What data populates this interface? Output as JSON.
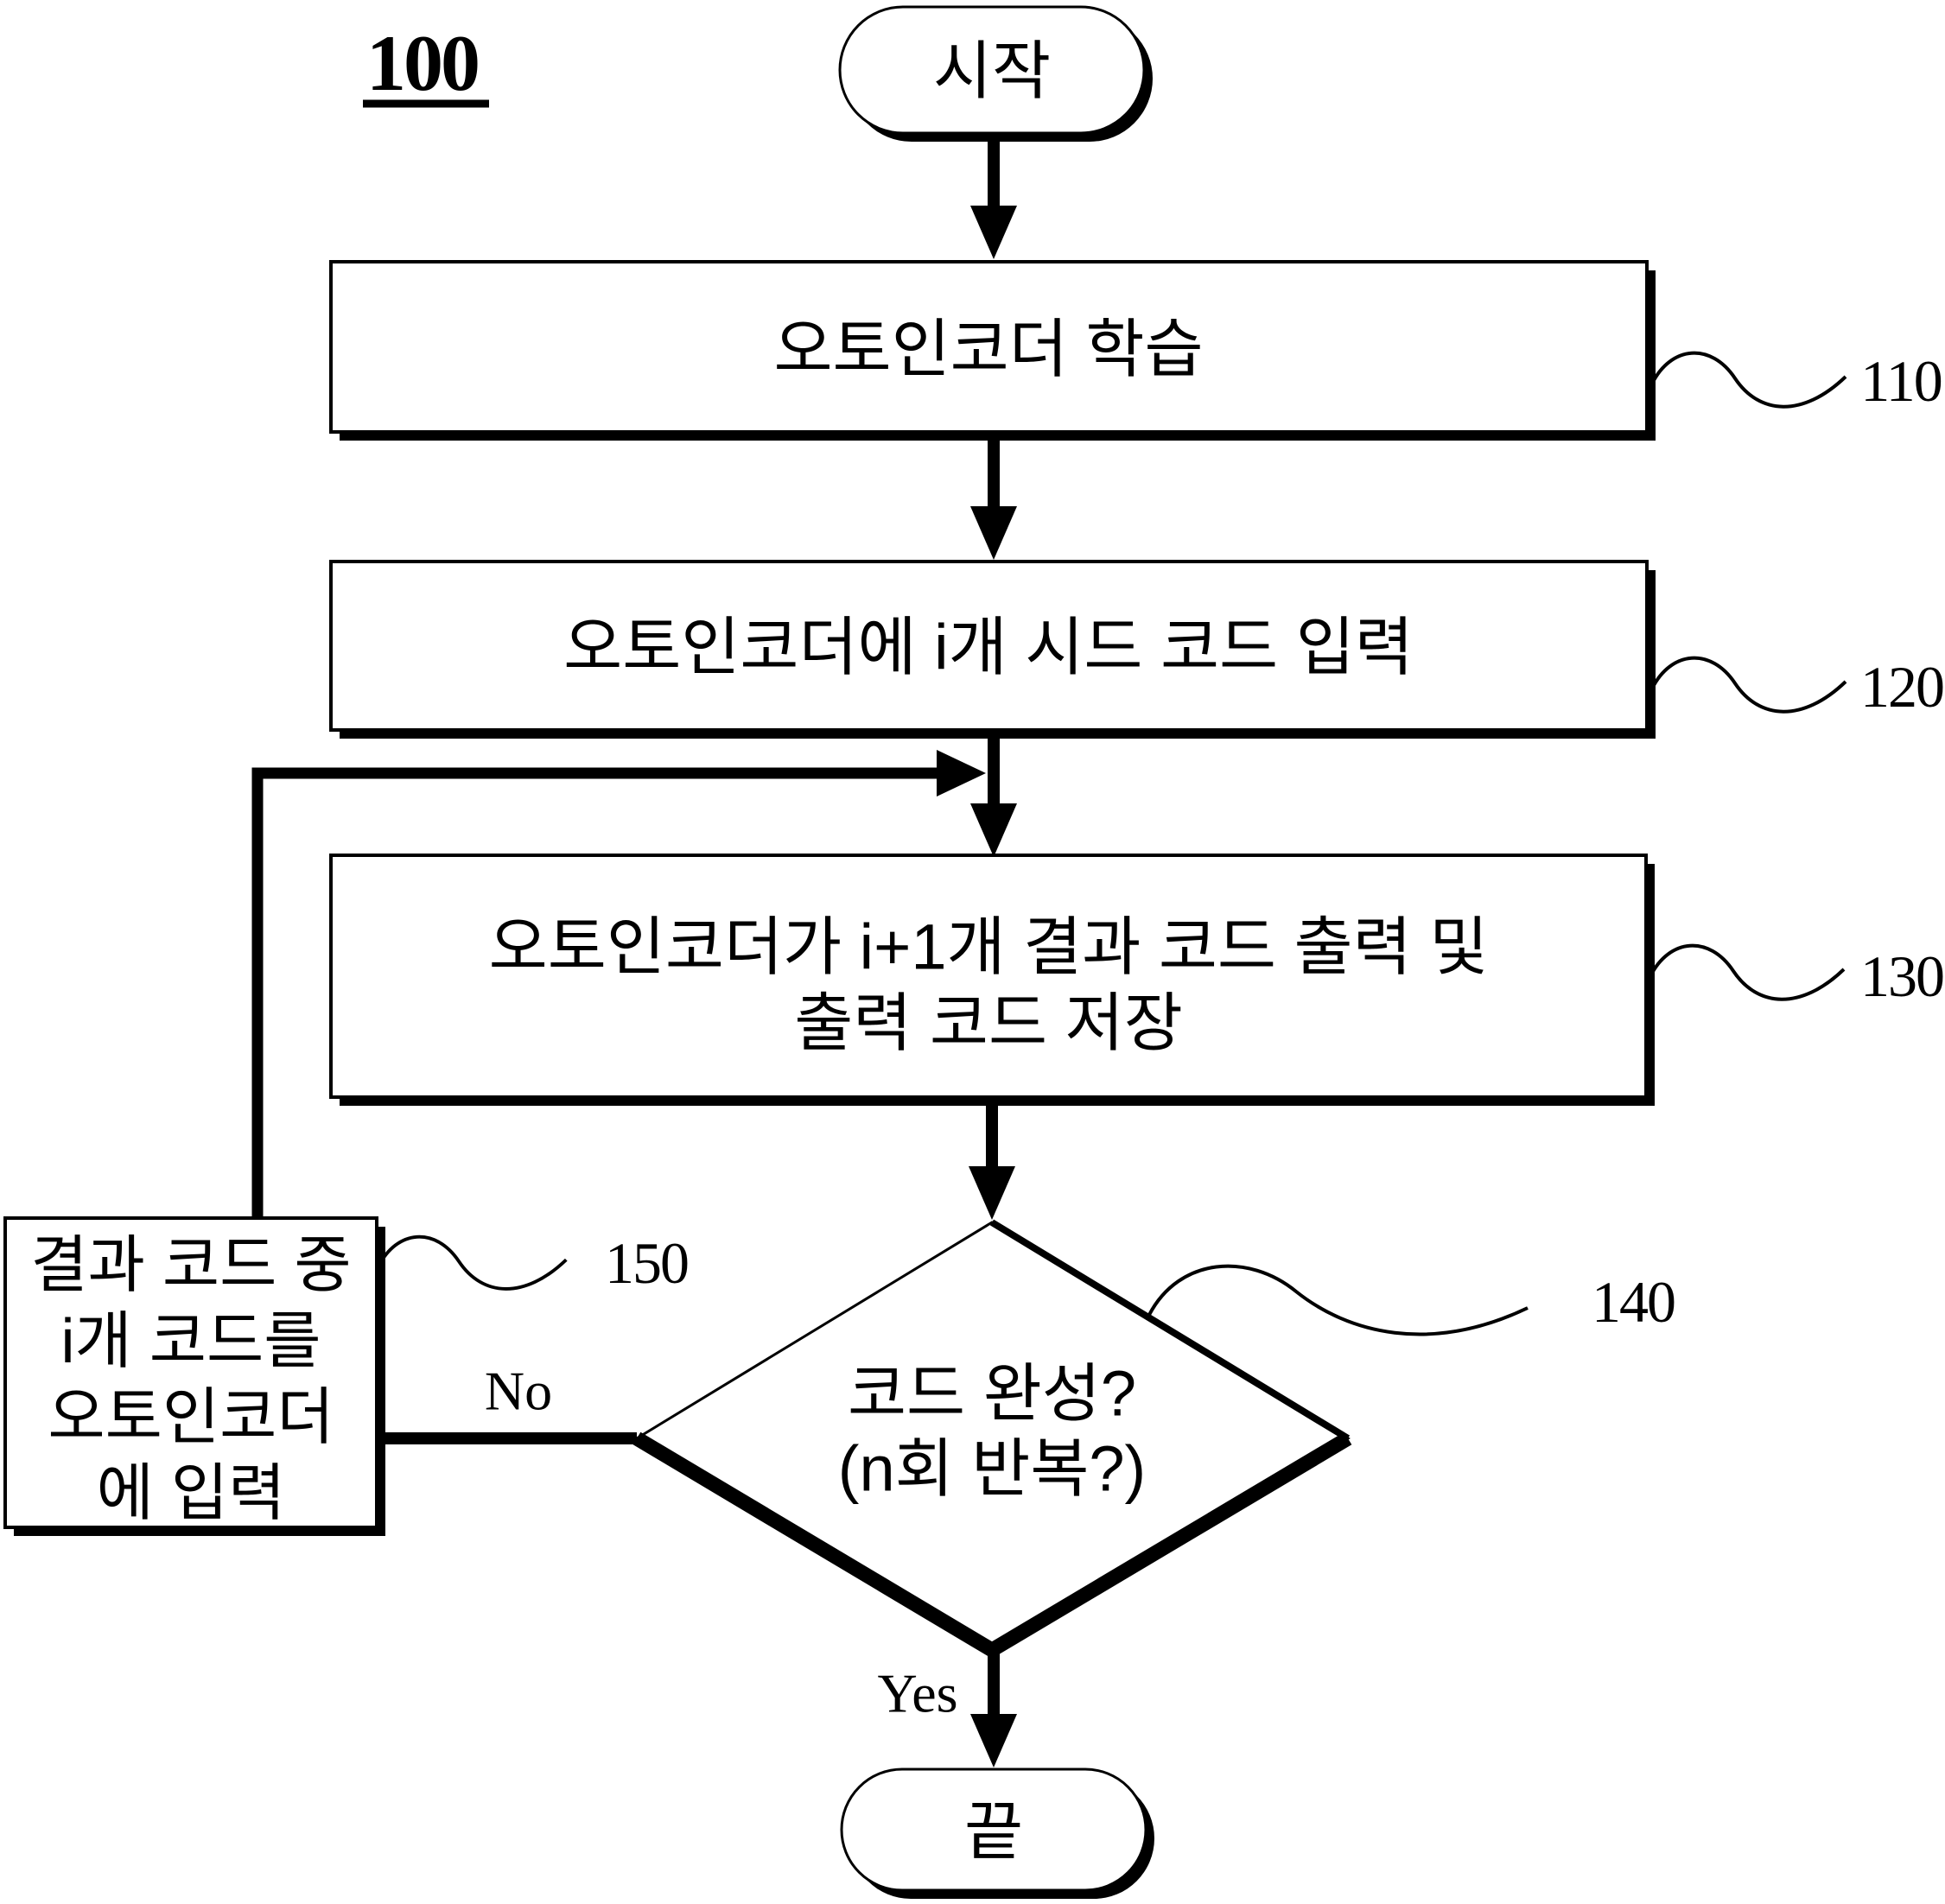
{
  "figure": {
    "number": "100"
  },
  "terminators": {
    "start": "시작",
    "end": "끝"
  },
  "steps": {
    "s110": {
      "text": "오토인코더 학습",
      "ref": "110"
    },
    "s120": {
      "text": "오토인코더에 i개 시드 코드 입력",
      "ref": "120"
    },
    "s130": {
      "line1": "오토인코더가 i+1개 결과 코드 출력 및",
      "line2": "출력 코드 저장",
      "ref": "130"
    },
    "d140": {
      "line1": "코드 완성?",
      "line2": "(n회 반복?)",
      "ref": "140"
    },
    "s150": {
      "line1": "결과 코드 중",
      "line2": "i개 코드를",
      "line3": "오토인코더",
      "line4": "에 입력",
      "ref": "150"
    }
  },
  "branches": {
    "no": "No",
    "yes": "Yes"
  },
  "colors": {
    "ink": "#000000",
    "background": "#ffffff"
  }
}
